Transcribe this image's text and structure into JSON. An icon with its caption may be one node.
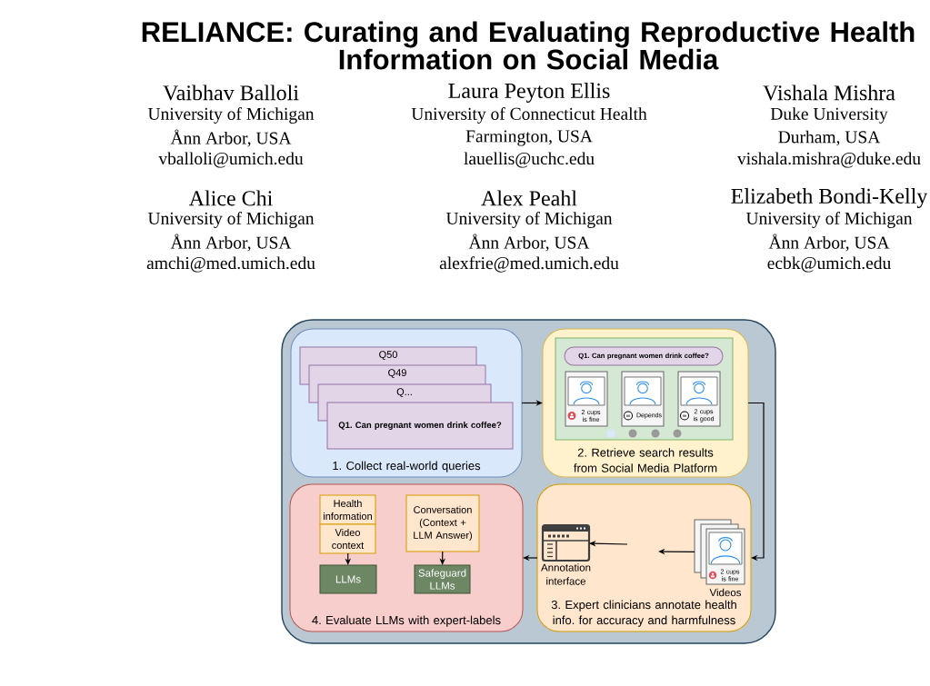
{
  "diagram": {
    "title": "RELIANCE: Curating and Evaluating Reproductive Health Information on Social Media",
    "nodes": [
      {
        "text": [],
        "shape": "box"
      },
      {
        "text": [
          "1. Collect real-world queries"
        ],
        "in": 0
      },
      {
        "text": [
          "Q50"
        ],
        "in": 1
      },
      {
        "text": [
          "Q49"
        ],
        "in": 1
      },
      {
        "text": [
          "Q..."
        ],
        "in": 1
      },
      {
        "text": [
          "Q1. Can pregnant women drink coffee?"
        ],
        "in": 1
      },
      {
        "text": [
          "2. Retrieve search results from Social Media Platform"
        ],
        "in": 0
      },
      {
        "text": [],
        "shape": "box",
        "in": 6
      },
      {
        "text": [
          "Q1. Can pregnant women drink coffee?"
        ],
        "in": 7
      },
      {
        "text": [
          "2 cups is fine"
        ],
        "in": 7
      },
      {
        "text": [
          "Depends"
        ],
        "in": 7
      },
      {
        "text": [
          "2 cups is good"
        ],
        "in": 7
      },
      {
        "text": [
          "3. Expert clinicians annotate health info. for accuracy and harmfulness"
        ],
        "in": 0
      },
      {
        "text": [
          "2 cups is fine"
        ],
        "beside": [
          "Videos"
        ],
        "in": 12
      },
      {
        "text": [
          "Annotation interface"
        ],
        "in": 12
      },
      {
        "text": [
          "4. Evaluate LLMs with expert-labels"
        ],
        "in": 0
      },
      {
        "text": [
          "Health information"
        ],
        "in": 15
      },
      {
        "text": [
          "Video context"
        ],
        "in": 15
      },
      {
        "text": [
          "LLMs"
        ],
        "in": 15
      },
      {
        "text": [
          "Conversation (Context + LLM Answer)"
        ],
        "in": 15
      },
      {
        "text": [
          "Safeguard LLMs"
        ],
        "in": 15
      }
    ],
    "edges": [
      {
        "from": 1,
        "to": 6,
        "arrow": "to"
      },
      {
        "from": 6,
        "to": 12,
        "arrow": "to"
      },
      {
        "from": 13,
        "to": null,
        "arrow": "to"
      },
      {
        "from": null,
        "to": 14,
        "arrow": "to"
      },
      {
        "from": 12,
        "to": 15,
        "arrow": "to"
      },
      {
        "from": 17,
        "to": 18,
        "arrow": "to"
      },
      {
        "from": 19,
        "to": 20,
        "arrow": "to"
      }
    ],
    "labels": [
      "Vaibhav Balloli",
      "University of Michigan",
      "Ånn Arbor, USA",
      "vballoli@umich.edu",
      "Laura Peyton Ellis",
      "University of Connecticut Health",
      "Farmington, USA",
      "lauellis@uchc.edu",
      "Vishala Mishra",
      "Duke University",
      "Durham, USA",
      "vishala.mishra@duke.edu",
      "Alice Chi",
      "University of Michigan",
      "Ånn Arbor, USA",
      "amchi@med.umich.edu",
      "Alex Peahl",
      "University of Michigan",
      "Ånn Arbor, USA",
      "alexfrie@med.umich.edu",
      "Elizabeth Bondi-Kelly",
      "University of Michigan",
      "Ånn Arbor, USA",
      "ecbk@umich.edu"
    ]
  }
}
